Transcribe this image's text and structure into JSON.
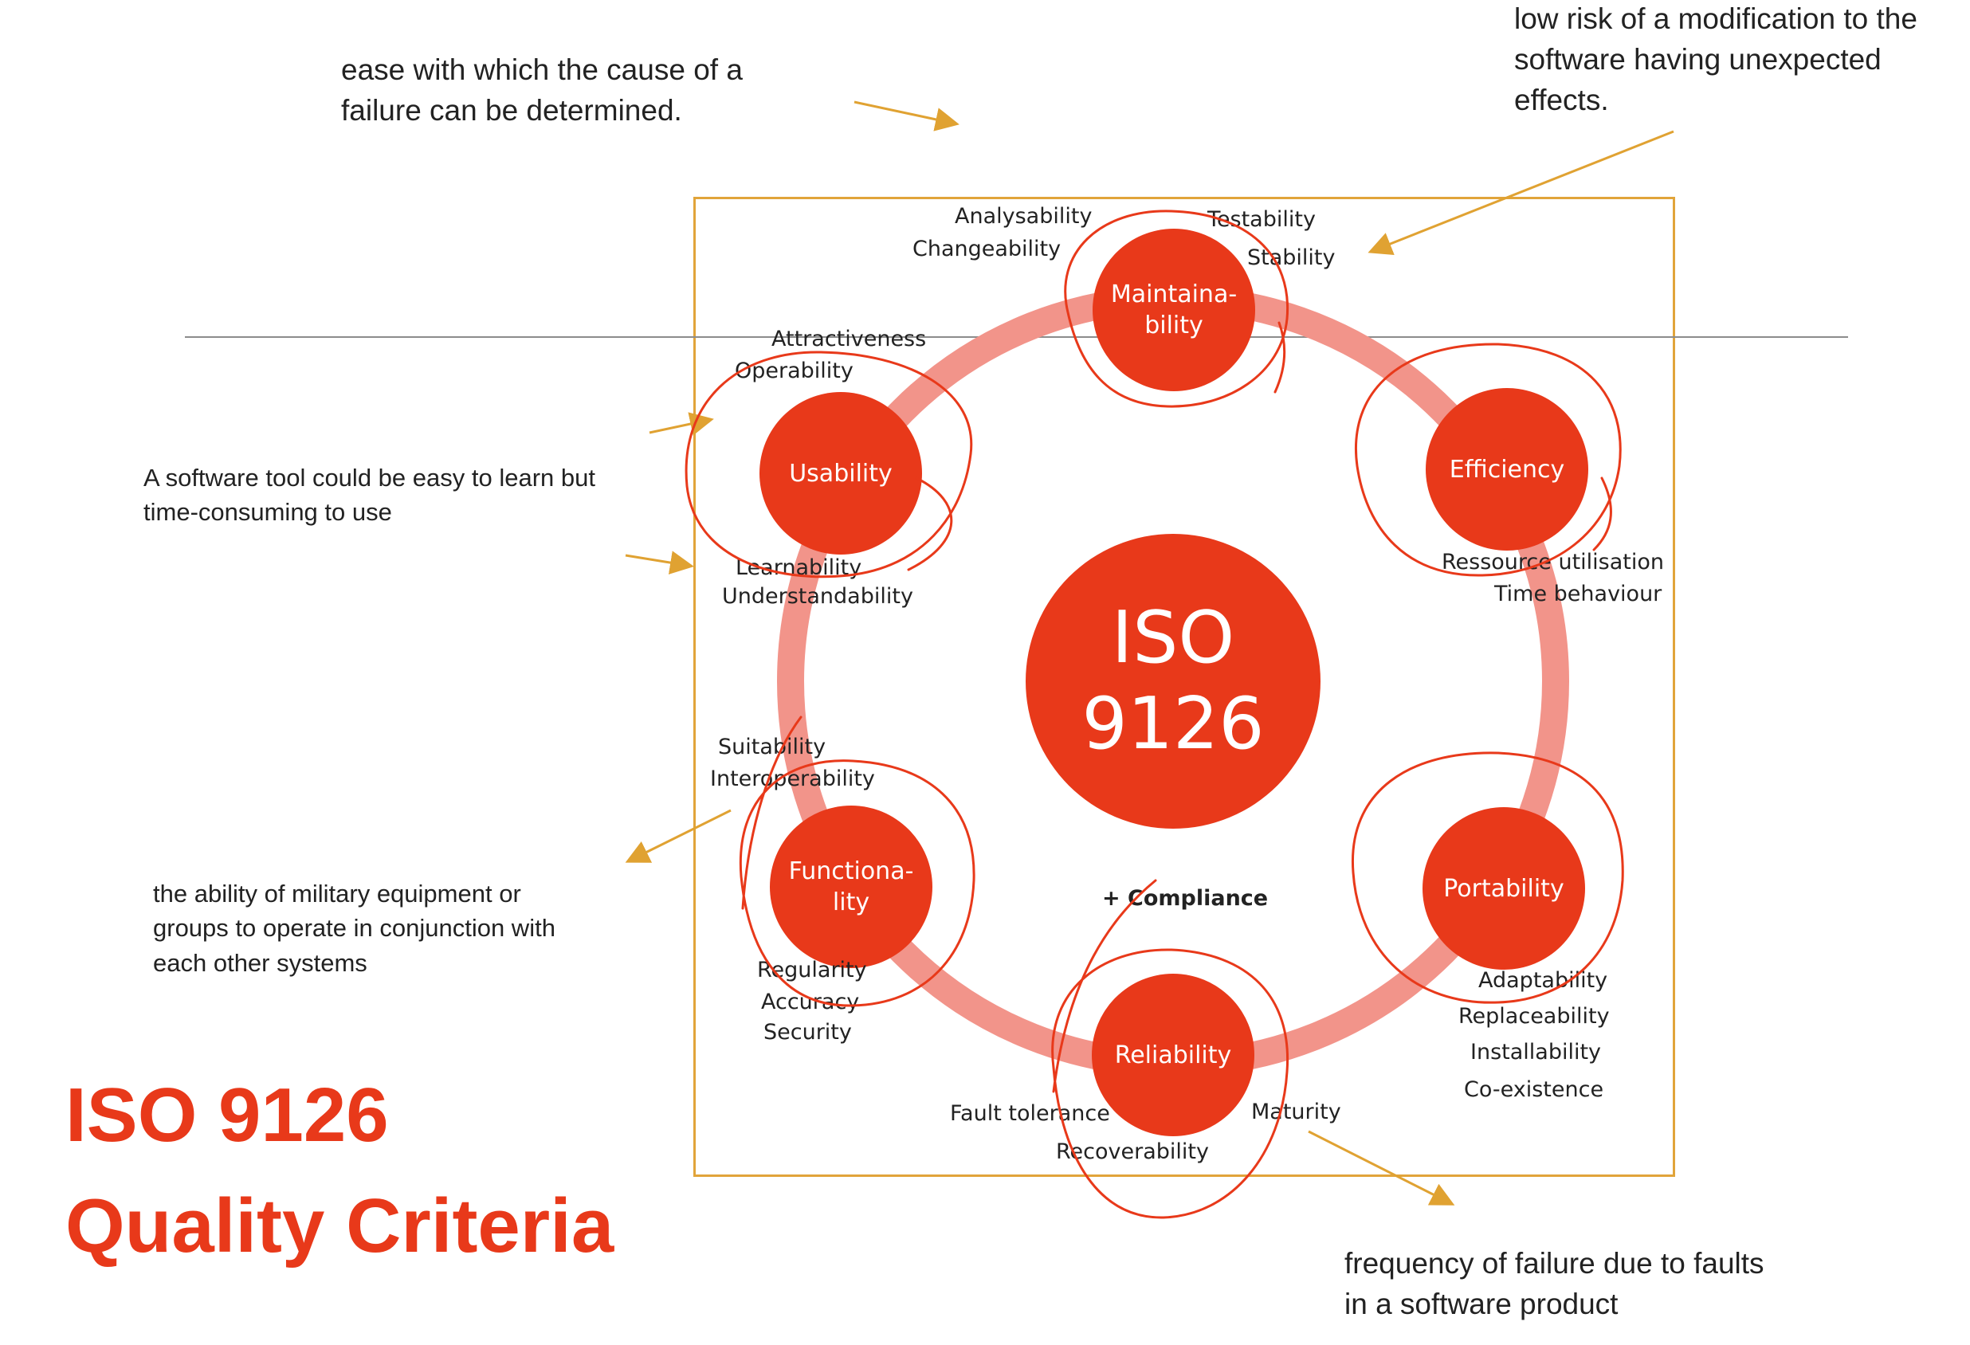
{
  "hub": {
    "label": "ISO\n9126"
  },
  "title": "ISO 9126\nQuality Criteria",
  "compliance": "+ Compliance",
  "nodes": {
    "maintainability": {
      "label": "Maintaina-\nbility",
      "sub": [
        "Analysability",
        "Changeability",
        "Testability",
        "Stability"
      ]
    },
    "efficiency": {
      "label": "Efficiency",
      "sub": [
        "Ressource utilisation",
        "Time behaviour"
      ]
    },
    "portability": {
      "label": "Portability",
      "sub": [
        "Adaptability",
        "Replaceability",
        "Installability",
        "Co-existence"
      ]
    },
    "reliability": {
      "label": "Reliability",
      "sub": [
        "Fault tolerance",
        "Maturity",
        "Recoverability"
      ]
    },
    "functionality": {
      "label": "Functiona-\nlity",
      "sub": [
        "Suitability",
        "Interoperability",
        "Regularity",
        "Accuracy",
        "Security"
      ]
    },
    "usability": {
      "label": "Usability",
      "sub": [
        "Attractiveness",
        "Operability",
        "Learnability",
        "Understandability"
      ]
    }
  },
  "notes": {
    "analysability": "ease with which the cause of a\nfailure can be determined.",
    "stability": "low risk of a modification to the\nsoftware having unexpected\neffects.",
    "usability": "A software tool could be easy to learn but\ntime-consuming to use",
    "interoperability": "the ability of military equipment or\ngroups to operate in conjunction with\neach other systems",
    "maturity": "frequency of failure due to faults\nin a software product"
  },
  "colors": {
    "accent": "#e8391a",
    "ring": "#f2948a",
    "frame": "#e1a43a",
    "arrow": "#e0a232",
    "ink": "#e8391a"
  }
}
